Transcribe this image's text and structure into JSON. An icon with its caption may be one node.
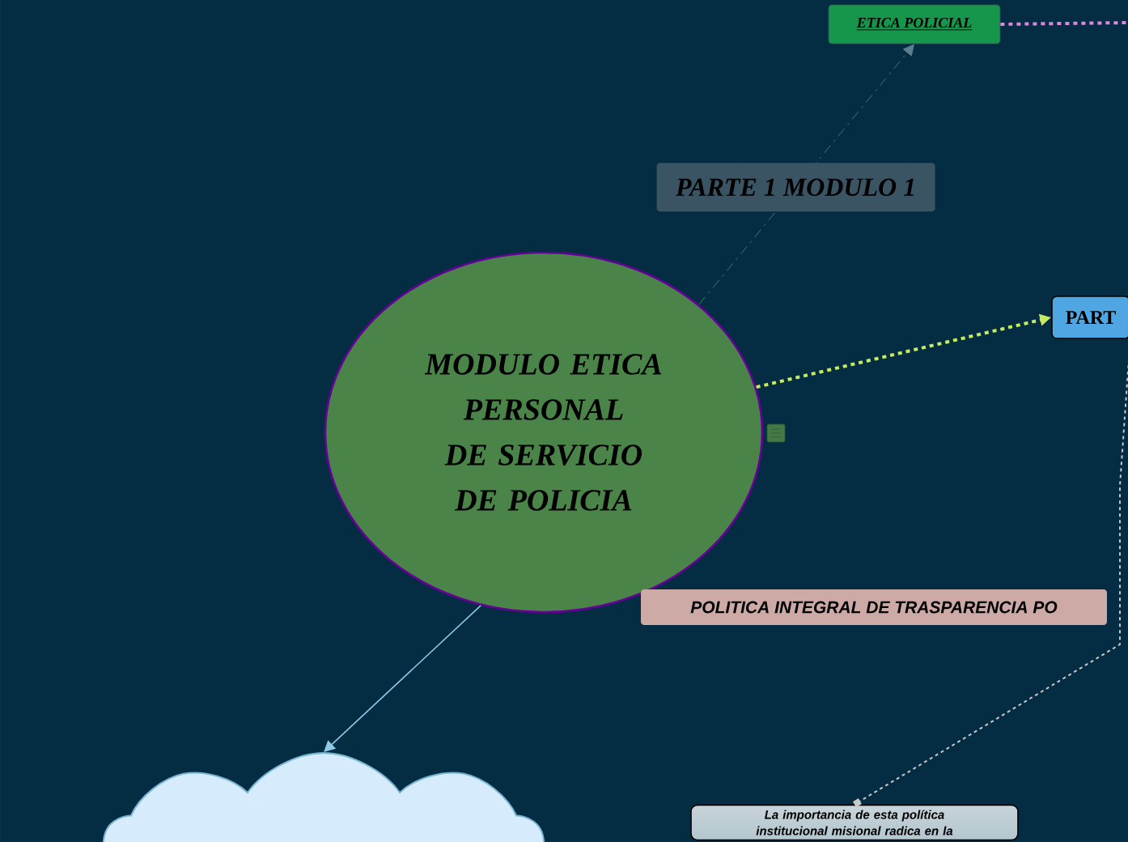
{
  "diagram": {
    "nodes": [
      {
        "text": [
          "MODULO ETICA PERSONAL DE SERVICIO DE POLICIA"
        ]
      },
      {
        "text": [
          "ETICA POLICIAL"
        ]
      },
      {
        "text": [
          "PART"
        ]
      },
      {
        "text": [
          "POLITICA INTEGRAL DE TRASPARENCIA PO"
        ]
      },
      {
        "text": [],
        "shape": "cloud"
      },
      {
        "text": [
          "La importancia de esta política institucional misional radica en la"
        ]
      }
    ],
    "edges": [
      {
        "from": 0,
        "to": 1,
        "arrow": "to",
        "label": "PARTE 1   MODULO 1",
        "style": "dashed",
        "color": "#5e7f90"
      },
      {
        "from": 0,
        "to": 2,
        "arrow": "to",
        "style": "dashed",
        "color": "#c6ec5e"
      },
      {
        "from": 0,
        "to": 4,
        "arrow": "to",
        "color": "#8ecae6"
      },
      {
        "from": 2,
        "to": 5,
        "arrow": "other",
        "style": "dashed",
        "color": "#c8c8c8"
      },
      {
        "from": 1,
        "to": null,
        "arrow": "none",
        "style": "dashed",
        "color": "#d98ad9"
      }
    ]
  }
}
